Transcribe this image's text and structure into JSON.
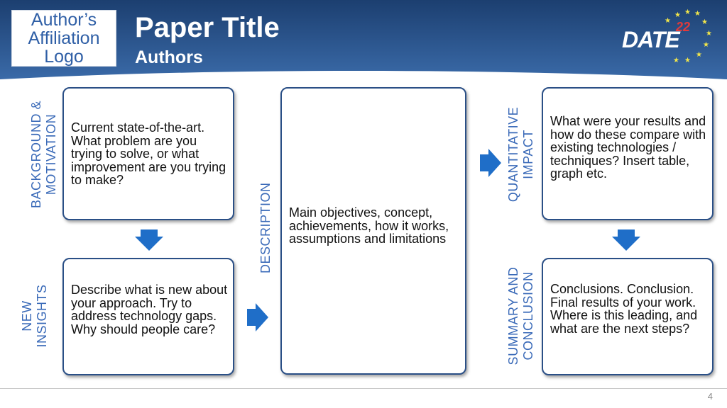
{
  "header": {
    "logo_text": "Author’s\nAffiliation\nLogo",
    "title": "Paper Title",
    "authors": "Authors",
    "brand": {
      "word": "DATE",
      "year": "22"
    },
    "colors": {
      "dark": "#1c3f70",
      "light": "#3a6aa8",
      "accent": "#e23a3a",
      "star": "#f2e64a"
    }
  },
  "sections": {
    "background": {
      "label": "BACKGROUND &\nMOTIVATION",
      "text": "Current state-of-the-art. What problem are you trying to solve, or what improvement are you trying to make?"
    },
    "insights": {
      "label": "NEW\nINSIGHTS",
      "text": "Describe what is new about your approach. Try to address technology gaps. Why should people care?"
    },
    "description": {
      "label": "DESCRIPTION",
      "text": "Main objectives, concept, achievements, how it works, assumptions and limitations"
    },
    "impact": {
      "label": "QUANTITATIVE\nIMPACT",
      "text": "What were your results and how do these compare with existing technologies / techniques? Insert table, graph etc."
    },
    "summary": {
      "label": "SUMMARY AND\nCONCLUSION",
      "text": "Conclusions. Conclusion. Final results of your work. Where is this leading, and what are the next steps?"
    }
  },
  "page_number": "4"
}
